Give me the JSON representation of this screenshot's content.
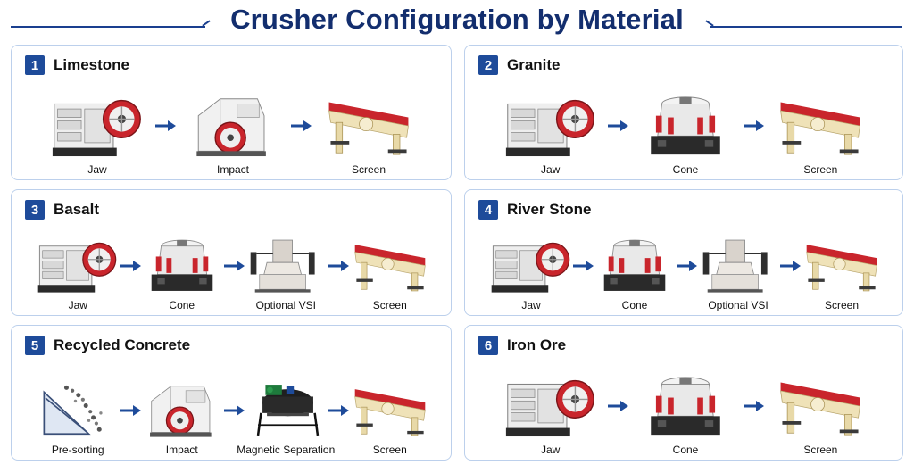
{
  "title": "Crusher Configuration by Material",
  "colors": {
    "accent": "#1e4b9a",
    "title": "#132e6e",
    "border": "#bcd0ec",
    "red": "#c9252c"
  },
  "panels": [
    {
      "num": "1",
      "material": "Limestone",
      "steps": [
        {
          "label": "Jaw",
          "icon": "jaw-crusher-icon"
        },
        {
          "label": "Impact",
          "icon": "impact-crusher-icon"
        },
        {
          "label": "Screen",
          "icon": "vibrating-screen-icon"
        }
      ]
    },
    {
      "num": "2",
      "material": "Granite",
      "steps": [
        {
          "label": "Jaw",
          "icon": "jaw-crusher-icon"
        },
        {
          "label": "Cone",
          "icon": "cone-crusher-icon"
        },
        {
          "label": "Screen",
          "icon": "vibrating-screen-icon"
        }
      ]
    },
    {
      "num": "3",
      "material": "Basalt",
      "steps": [
        {
          "label": "Jaw",
          "icon": "jaw-crusher-icon"
        },
        {
          "label": "Cone",
          "icon": "cone-crusher-icon"
        },
        {
          "label": "Optional VSI",
          "icon": "vsi-crusher-icon"
        },
        {
          "label": "Screen",
          "icon": "vibrating-screen-icon"
        }
      ]
    },
    {
      "num": "4",
      "material": "River Stone",
      "steps": [
        {
          "label": "Jaw",
          "icon": "jaw-crusher-icon"
        },
        {
          "label": "Cone",
          "icon": "cone-crusher-icon"
        },
        {
          "label": "Optional VSI",
          "icon": "vsi-crusher-icon"
        },
        {
          "label": "Screen",
          "icon": "vibrating-screen-icon"
        }
      ]
    },
    {
      "num": "5",
      "material": "Recycled Concrete",
      "steps": [
        {
          "label": "Pre-sorting",
          "icon": "pre-sorting-icon"
        },
        {
          "label": "Impact",
          "icon": "impact-crusher-icon"
        },
        {
          "label": "Magnetic Separation",
          "icon": "magnetic-separator-icon"
        },
        {
          "label": "Screen",
          "icon": "vibrating-screen-icon"
        }
      ]
    },
    {
      "num": "6",
      "material": "Iron Ore",
      "steps": [
        {
          "label": "Jaw",
          "icon": "jaw-crusher-icon"
        },
        {
          "label": "Cone",
          "icon": "cone-crusher-icon"
        },
        {
          "label": "Screen",
          "icon": "vibrating-screen-icon"
        }
      ]
    }
  ]
}
